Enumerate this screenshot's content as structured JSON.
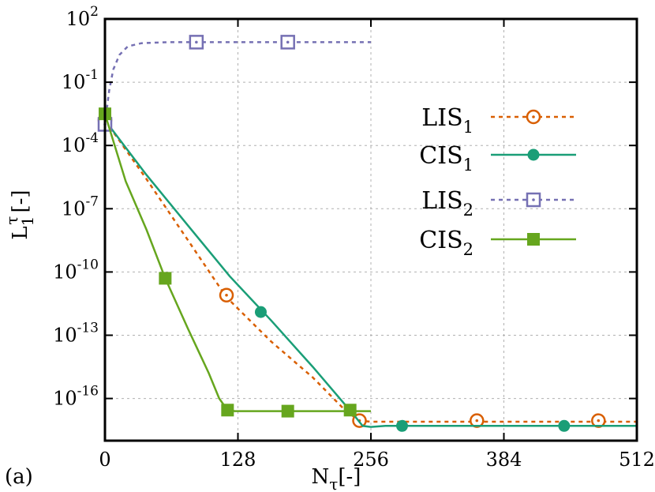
{
  "chart_data": {
    "type": "line",
    "panel_label": "(a)",
    "xlabel": {
      "main": "N",
      "sub": "τ",
      "rest": "[-]"
    },
    "ylabel": {
      "main": "L",
      "sub": "1",
      "sup": "τ",
      "rest": "[-]"
    },
    "xlim": [
      0,
      512
    ],
    "ylim_log10": [
      -18,
      2
    ],
    "y_scale": "log",
    "grid": true,
    "legend_position": "right-center",
    "x_ticks": [
      {
        "value": 0,
        "label": "0"
      },
      {
        "value": 128,
        "label": "128"
      },
      {
        "value": 256,
        "label": "256"
      },
      {
        "value": 384,
        "label": "384"
      },
      {
        "value": 512,
        "label": "512"
      }
    ],
    "y_ticks": [
      {
        "exp": 2,
        "base": "10",
        "sup": "2"
      },
      {
        "exp": -1,
        "base": "10",
        "sup": "-1"
      },
      {
        "exp": -4,
        "base": "10",
        "sup": "-4"
      },
      {
        "exp": -7,
        "base": "10",
        "sup": "-7"
      },
      {
        "exp": -10,
        "base": "10",
        "sup": "-10"
      },
      {
        "exp": -13,
        "base": "10",
        "sup": "-13"
      },
      {
        "exp": -16,
        "base": "10",
        "sup": "-16"
      }
    ],
    "series": [
      {
        "name": "LIS",
        "name_sub": "1",
        "color": "#d95f02",
        "dash": "5,5",
        "marker": "circle-open-dot",
        "points": [
          [
            0,
            -2.8
          ],
          [
            40,
            -5.6
          ],
          [
            80,
            -8.5
          ],
          [
            117,
            -11.2
          ],
          [
            160,
            -13.3
          ],
          [
            200,
            -15.0
          ],
          [
            232,
            -16.6
          ],
          [
            245,
            -17.05
          ],
          [
            256,
            -17.1
          ],
          [
            512,
            -17.1
          ]
        ],
        "markers": [
          [
            0,
            -2.8
          ],
          [
            117,
            -11.1
          ],
          [
            245,
            -17.05
          ],
          [
            358,
            -17.05
          ],
          [
            475,
            -17.05
          ]
        ]
      },
      {
        "name": "CIS",
        "name_sub": "1",
        "color": "#1a9e77",
        "dash": "",
        "marker": "circle-filled",
        "points": [
          [
            0,
            -2.8
          ],
          [
            40,
            -5.4
          ],
          [
            80,
            -7.8
          ],
          [
            120,
            -10.2
          ],
          [
            160,
            -12.3
          ],
          [
            200,
            -14.5
          ],
          [
            240,
            -16.8
          ],
          [
            248,
            -17.3
          ],
          [
            256,
            -17.35
          ],
          [
            270,
            -17.3
          ],
          [
            512,
            -17.3
          ]
        ],
        "markers": [
          [
            0,
            -2.8
          ],
          [
            150,
            -11.9
          ],
          [
            286,
            -17.3
          ],
          [
            442,
            -17.3
          ]
        ]
      },
      {
        "name": "LIS",
        "name_sub": "2",
        "color": "#7570b3",
        "dash": "5,5",
        "marker": "square-open-dot",
        "points": [
          [
            0,
            -3.0
          ],
          [
            4,
            -1.4
          ],
          [
            8,
            -0.4
          ],
          [
            14,
            0.3
          ],
          [
            22,
            0.7
          ],
          [
            35,
            0.85
          ],
          [
            60,
            0.9
          ],
          [
            256,
            0.9
          ]
        ],
        "markers": [
          [
            0,
            -3.0
          ],
          [
            88,
            0.9
          ],
          [
            176,
            0.9
          ]
        ]
      },
      {
        "name": "CIS",
        "name_sub": "2",
        "color": "#66a61e",
        "dash": "",
        "marker": "square-filled",
        "points": [
          [
            0,
            -2.5
          ],
          [
            20,
            -5.7
          ],
          [
            40,
            -8.0
          ],
          [
            58,
            -10.3
          ],
          [
            80,
            -12.7
          ],
          [
            100,
            -14.8
          ],
          [
            110,
            -16.0
          ],
          [
            118,
            -16.55
          ],
          [
            125,
            -16.6
          ],
          [
            256,
            -16.6
          ]
        ],
        "markers": [
          [
            0,
            -2.5
          ],
          [
            58,
            -10.3
          ],
          [
            118,
            -16.55
          ],
          [
            176,
            -16.6
          ],
          [
            236,
            -16.55
          ]
        ]
      }
    ]
  }
}
